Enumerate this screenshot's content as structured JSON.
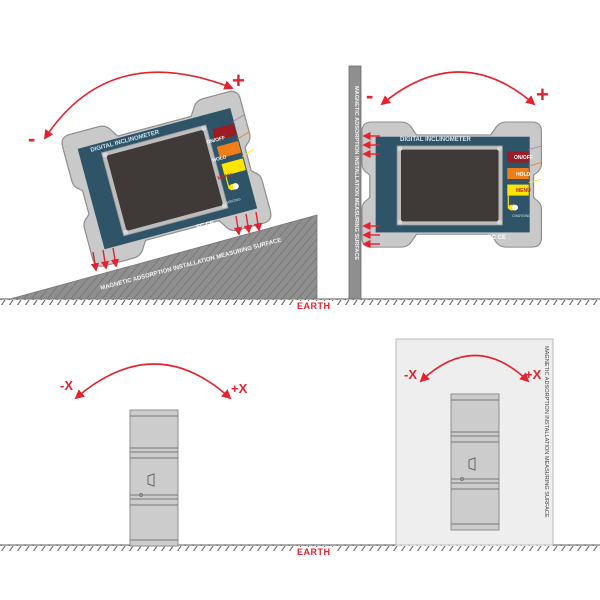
{
  "colors": {
    "accent_red": "#e5222f",
    "device_body": "#c9c9c9",
    "device_outline": "#8e8e8e",
    "panel_blue": "#2f5468",
    "screen": "#3f3a38",
    "btn_onoff": "#9b1c22",
    "btn_hold": "#ef7d1a",
    "btn_menu": "#ffe400",
    "surface_gray": "#8f8f8f",
    "wall_panel": "#eeeeee"
  },
  "scenes": {
    "top_left": {
      "title": "Device on inclined surface",
      "device_label": "DIGITAL INCLINOMETER",
      "buttons": [
        "ON/OFF",
        "HOLD",
        "MENU"
      ],
      "charging_label": "CHARGING",
      "cert_marks": "FC CE",
      "surface_label": "MAGNETIC ADSORPTION INSTALLATION MEASURING SURFACE",
      "minus_sign": "-",
      "plus_sign": "+"
    },
    "top_right": {
      "title": "Device on vertical surface",
      "device_label": "DIGITAL INCLINOMETER",
      "buttons": [
        "ON/OFF",
        "HOLD",
        "MENU"
      ],
      "charging_label": "CHARGING",
      "cert_marks": "FC CE",
      "surface_label": "MAGNETIC ADSORPTION INSTALLATION MEASURING SURFACE",
      "minus_sign": "-",
      "plus_sign": "+"
    },
    "bottom_left": {
      "title": "Side view on ground",
      "minus_label": "-X",
      "plus_label": "+X"
    },
    "bottom_right": {
      "title": "Side view against wall",
      "minus_label": "-X",
      "plus_label": "+X",
      "surface_label": "MAGNETIC ADSORPTION INSTALLATION MEASURING SURFACE"
    }
  },
  "ground": {
    "top_label": "EARTH",
    "bottom_label": "EARTH"
  }
}
